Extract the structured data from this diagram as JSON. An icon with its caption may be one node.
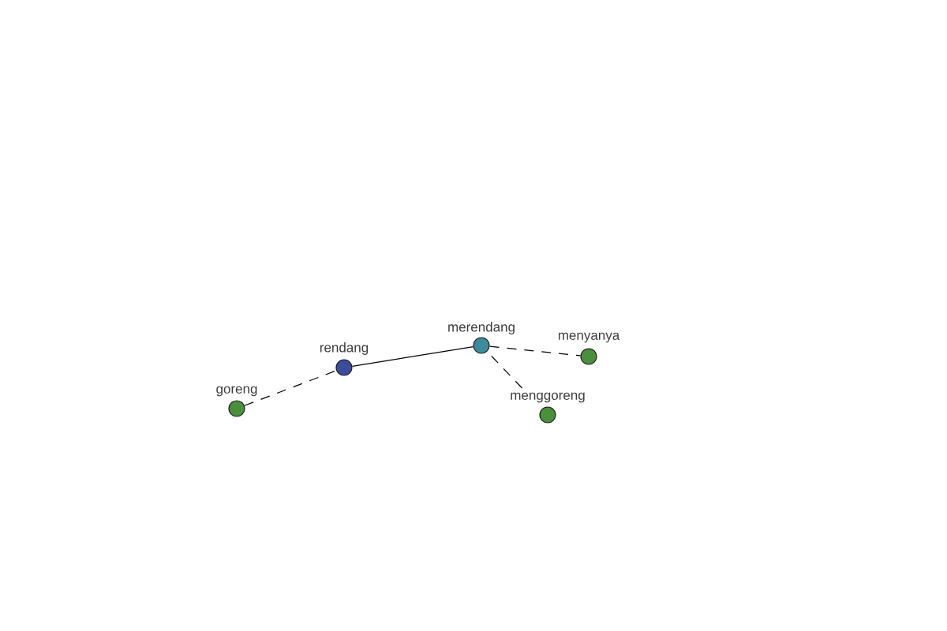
{
  "diagram": {
    "nodes": [
      {
        "text": [
          "goreng"
        ]
      },
      {
        "text": [
          "rendang"
        ]
      },
      {
        "text": [
          "merendang"
        ]
      },
      {
        "text": [
          "menyanya"
        ]
      },
      {
        "text": [
          "menggoreng"
        ]
      }
    ],
    "edges": [
      {
        "from": 0,
        "to": 1,
        "arrow": "none",
        "style": "dashed"
      },
      {
        "from": 1,
        "to": 2,
        "arrow": "none"
      },
      {
        "from": 2,
        "to": 3,
        "arrow": "none",
        "style": "dashed"
      },
      {
        "from": 2,
        "to": 4,
        "arrow": "none",
        "style": "dashed"
      }
    ]
  }
}
